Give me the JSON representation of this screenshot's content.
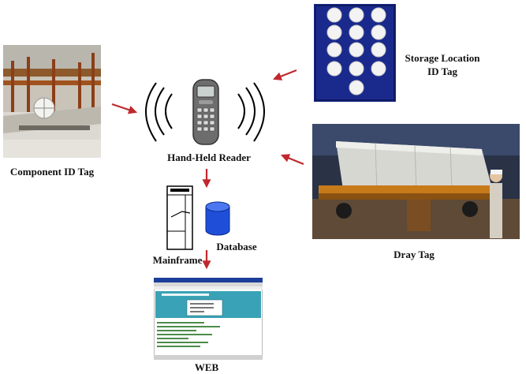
{
  "labels": {
    "component_tag": "Component ID Tag",
    "storage_tag_line1": "Storage Location",
    "storage_tag_line2": "ID Tag",
    "reader": "Hand-Held Reader",
    "dray_tag": "Dray Tag",
    "database": "Database",
    "mainframe": "Mainframe",
    "web": "WEB"
  },
  "colors": {
    "arrow": "#c0282d",
    "tag_board": "#1a2a8c",
    "database_cylinder": "#1f4fd8"
  }
}
